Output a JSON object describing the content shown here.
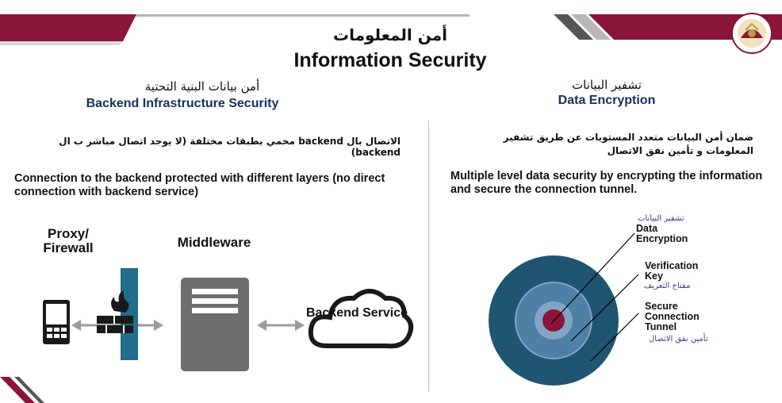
{
  "header": {
    "title_ar": "أمن المعلومات",
    "title_en": "Information Security",
    "logo_icon": "qatar-state-emblem"
  },
  "left_section": {
    "title_ar": "أمن بيانات البنية التحتية",
    "title_en": "Backend Infrastructure Security",
    "description_ar": "الاتصال بال backend محمي بطبقات مختلفة (لا يوجد اتصال مباشر ب ال backend)",
    "description_en": "Connection to the backend protected with different layers (no direct connection with backend service)",
    "diagram": {
      "proxy_label": "Proxy/ Firewall",
      "middleware_label": "Middleware",
      "backend_label": "Backend Service"
    }
  },
  "right_section": {
    "title_ar": "تشفير البيانات",
    "title_en": "Data Encryption",
    "description_ar": "ضمان أمن البيانات متعدد المستويات عن طريق تشفير المعلومات و تأمين نفق الاتصال",
    "description_en": "Multiple level data security by encrypting the information and secure the connection tunnel.",
    "layers": [
      {
        "label_en": "Data Encryption",
        "label_ar": "تشفير البيانات"
      },
      {
        "label_en": "Verification Key",
        "label_ar": "مفتاح التعريف"
      },
      {
        "label_en": "Secure Connection Tunnel",
        "label_ar": "تأمين نفق الاتصال"
      }
    ]
  },
  "colors": {
    "maroon": "#8a1538",
    "navy": "#15305a",
    "teal": "#1f6e8c",
    "outer_ring": "#205571",
    "middle_ring": "#4e80a6",
    "inner_ring": "#82a4c6",
    "core": "#8a1538",
    "server_gray": "#6e6e6e"
  }
}
